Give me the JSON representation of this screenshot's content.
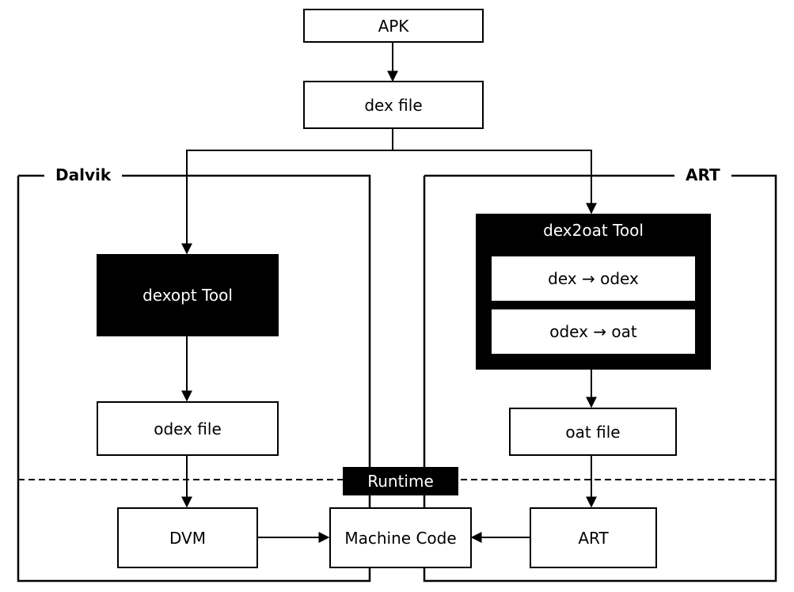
{
  "nodes": {
    "apk": "APK",
    "dex_file": "dex file",
    "dexopt_tool": "dexopt Tool",
    "odex_file": "odex file",
    "dvm": "DVM",
    "machine_code": "Machine Code",
    "dex2oat_tool": "dex2oat Tool",
    "dex_to_odex": "dex → odex",
    "odex_to_oat": "odex → oat",
    "oat_file": "oat file",
    "art_runtime": "ART"
  },
  "groups": {
    "dalvik": "Dalvik",
    "art": "ART"
  },
  "runtime_label": "Runtime"
}
